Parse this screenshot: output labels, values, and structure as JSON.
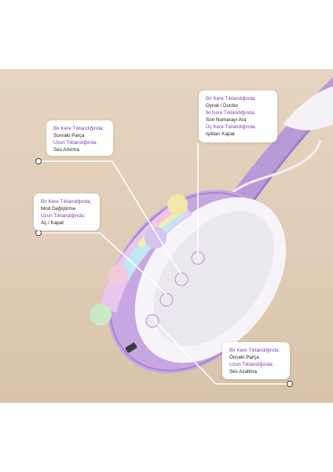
{
  "colors": {
    "background": "#e5d4bf",
    "accent_text": "#7a3fb0",
    "headphone_purple": "#c9a9e6",
    "cushion": "#f7f5f9"
  },
  "callouts": {
    "play": {
      "line1": "Bir Kere Tıklandığında;",
      "line2": "Oynat / Durdur",
      "line3": "İki Kere Tıklandığında;",
      "line4": "Son Numarayı Ara",
      "line5": "Üç Kere Tıklandığında;",
      "line6": "Işıkları Kapat"
    },
    "next": {
      "line1": "Bir Kere Tıklandığında;",
      "line2": "Sonraki Parça",
      "line3": "Uzun Tıklandığında;",
      "line4": "Ses Artırma"
    },
    "mode": {
      "line1": "Bir Kere Tıklandığında;",
      "line2": "Mod Değiştirme",
      "line3": "Uzun Tıklandığında;",
      "line4": "Aç / Kapat"
    },
    "prev": {
      "line1": "Bir Kere Tıklandığında;",
      "line2": "Önceki Parça",
      "line3": "Uzun Tıklandığında;",
      "line4": "Ses Azaltma"
    }
  }
}
